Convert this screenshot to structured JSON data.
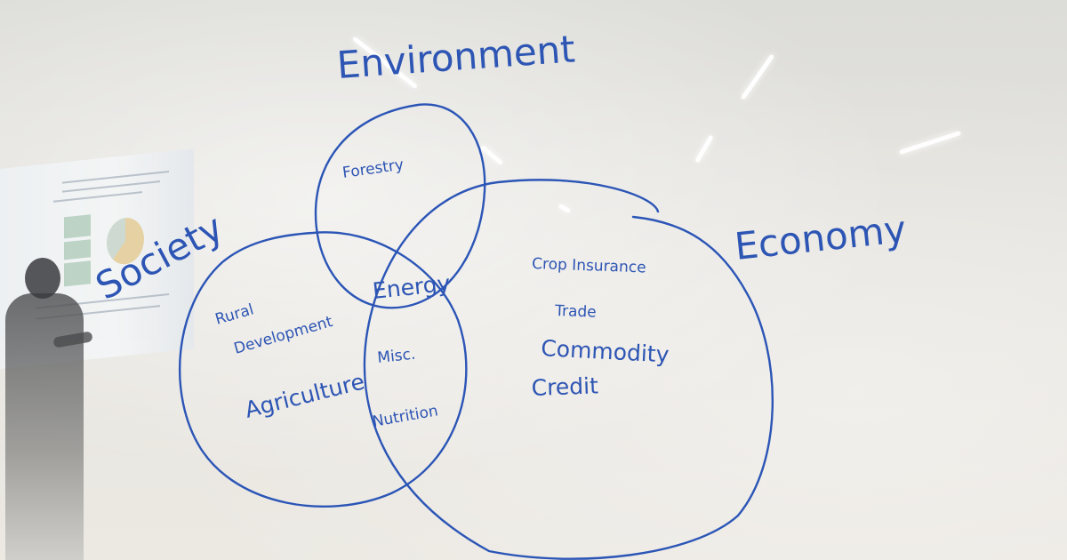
{
  "whiteboard": {
    "circles": {
      "environment": "Environment",
      "society": "Society",
      "economy": "Economy"
    },
    "labels": {
      "forestry": "Forestry",
      "energy": "Energy",
      "rural_development": "Rural Development",
      "rural_development_line1": "Rural",
      "rural_development_line2": "Development",
      "agriculture": "Agriculture",
      "misc": "Misc.",
      "nutrition": "Nutrition",
      "crop_insurance": "Crop Insurance",
      "trade": "Trade",
      "commodity": "Commodity",
      "credit": "Credit"
    }
  },
  "colors": {
    "marker_ink": "#2b55b6",
    "board_background": "#e6e4df"
  }
}
